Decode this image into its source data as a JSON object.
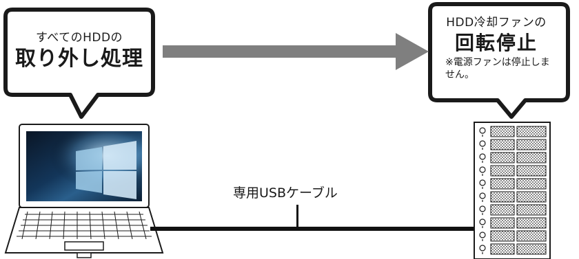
{
  "left_bubble": {
    "line1": "すべてのHDDの",
    "line2": "取り外し処理"
  },
  "right_bubble": {
    "line1": "HDD冷却ファンの",
    "line2": "回転停止",
    "note1": "※電源ファンは停止しま",
    "note2": "せん。"
  },
  "cable_label": "専用USBケーブル",
  "colors": {
    "arrow": "#7f7f7f",
    "outline": "#1a1a1a",
    "cable": "#111111",
    "screen_dark": "#0b1e33",
    "screen_light": "#cfe6f5"
  },
  "icons": [
    "laptop-icon",
    "hdd-enclosure-icon",
    "arrow-icon"
  ]
}
